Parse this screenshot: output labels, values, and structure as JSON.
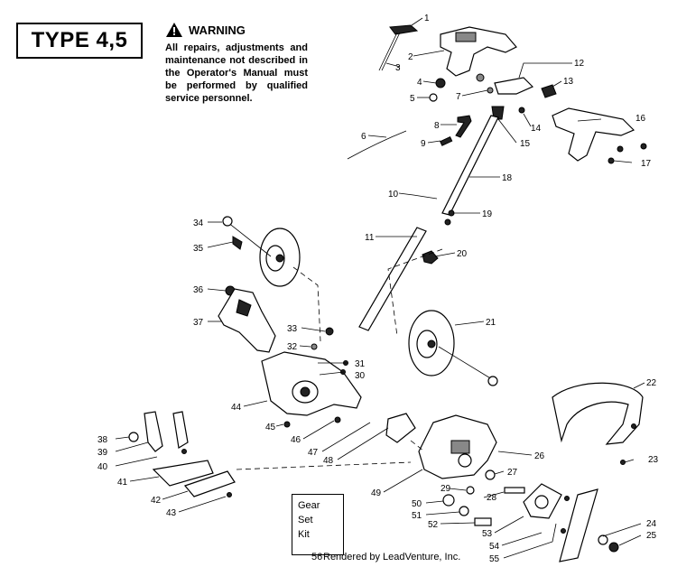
{
  "type_label": "TYPE 4,5",
  "warning": {
    "heading": "WARNING",
    "text": "All repairs, adjustments and maintenance not described in the Operator's Manual must be performed by qualified service personnel."
  },
  "gear_kit": {
    "line1": "Gear",
    "line2": "Set",
    "line3": "Kit",
    "ref": "56"
  },
  "footer": "Rendered by LeadVenture, Inc.",
  "callouts": [
    "1",
    "2",
    "3",
    "4",
    "5",
    "6",
    "7",
    "8",
    "9",
    "10",
    "11",
    "12",
    "13",
    "14",
    "15",
    "16",
    "17",
    "18",
    "19",
    "20",
    "21",
    "22",
    "23",
    "24",
    "25",
    "26",
    "27",
    "28",
    "29",
    "30",
    "31",
    "32",
    "33",
    "34",
    "35",
    "36",
    "37",
    "38",
    "39",
    "40",
    "41",
    "42",
    "43",
    "44",
    "45",
    "46",
    "47",
    "48",
    "49",
    "50",
    "51",
    "52",
    "53",
    "54",
    "55"
  ]
}
